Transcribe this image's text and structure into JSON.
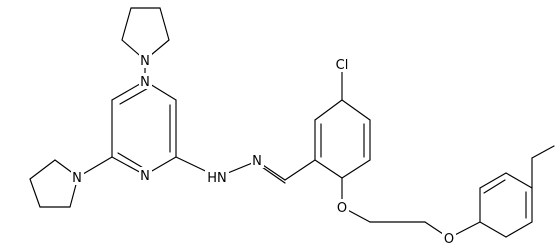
{
  "colors": {
    "background": "#ffffff",
    "bond": "#000000",
    "text": "#000000"
  },
  "atoms": {
    "n_pyrrolidine_top": "N",
    "n_pyrimidine_upper": "N",
    "n_pyrimidine_lower": "N",
    "n_pyrrolidine_left": "N",
    "hn_hydrazone": "HN",
    "n_hydrazone": "N",
    "cl": "Cl",
    "o_aryl_ether": "O",
    "o_tolyl_ether": "O"
  }
}
